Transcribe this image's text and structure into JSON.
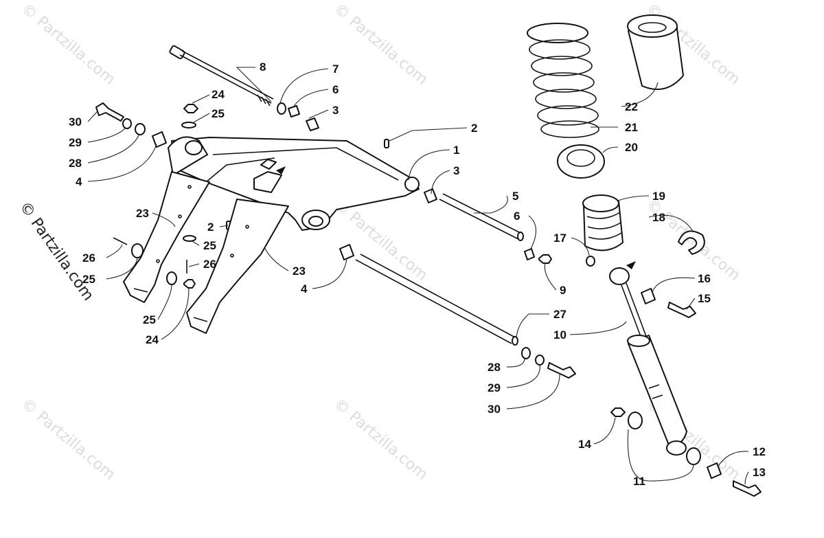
{
  "watermark": {
    "text": "© Partzilla.com",
    "corner_text": "© Partzilla.com"
  },
  "callouts": [
    {
      "id": "c8",
      "label": "8"
    },
    {
      "id": "c7",
      "label": "7"
    },
    {
      "id": "c6a",
      "label": "6"
    },
    {
      "id": "c3a",
      "label": "3"
    },
    {
      "id": "c24a",
      "label": "24"
    },
    {
      "id": "c25a",
      "label": "25"
    },
    {
      "id": "c30a",
      "label": "30"
    },
    {
      "id": "c29a",
      "label": "29"
    },
    {
      "id": "c28a",
      "label": "28"
    },
    {
      "id": "c4a",
      "label": "4"
    },
    {
      "id": "c2a",
      "label": "2"
    },
    {
      "id": "c1",
      "label": "1"
    },
    {
      "id": "c3b",
      "label": "3"
    },
    {
      "id": "c5",
      "label": "5"
    },
    {
      "id": "c6b",
      "label": "6"
    },
    {
      "id": "c9",
      "label": "9"
    },
    {
      "id": "c23a",
      "label": "23"
    },
    {
      "id": "c2b",
      "label": "2"
    },
    {
      "id": "c25b",
      "label": "25"
    },
    {
      "id": "c26a",
      "label": "26"
    },
    {
      "id": "c26b",
      "label": "26"
    },
    {
      "id": "c25c",
      "label": "25"
    },
    {
      "id": "c23b",
      "label": "23"
    },
    {
      "id": "c4b",
      "label": "4"
    },
    {
      "id": "c25d",
      "label": "25"
    },
    {
      "id": "c24b",
      "label": "24"
    },
    {
      "id": "c27",
      "label": "27"
    },
    {
      "id": "c28b",
      "label": "28"
    },
    {
      "id": "c29b",
      "label": "29"
    },
    {
      "id": "c30b",
      "label": "30"
    },
    {
      "id": "c22",
      "label": "22"
    },
    {
      "id": "c21",
      "label": "21"
    },
    {
      "id": "c20",
      "label": "20"
    },
    {
      "id": "c19",
      "label": "19"
    },
    {
      "id": "c18",
      "label": "18"
    },
    {
      "id": "c17",
      "label": "17"
    },
    {
      "id": "c16",
      "label": "16"
    },
    {
      "id": "c15",
      "label": "15"
    },
    {
      "id": "c10",
      "label": "10"
    },
    {
      "id": "c14",
      "label": "14"
    },
    {
      "id": "c12",
      "label": "12"
    },
    {
      "id": "c13",
      "label": "13"
    },
    {
      "id": "c11",
      "label": "11"
    }
  ]
}
